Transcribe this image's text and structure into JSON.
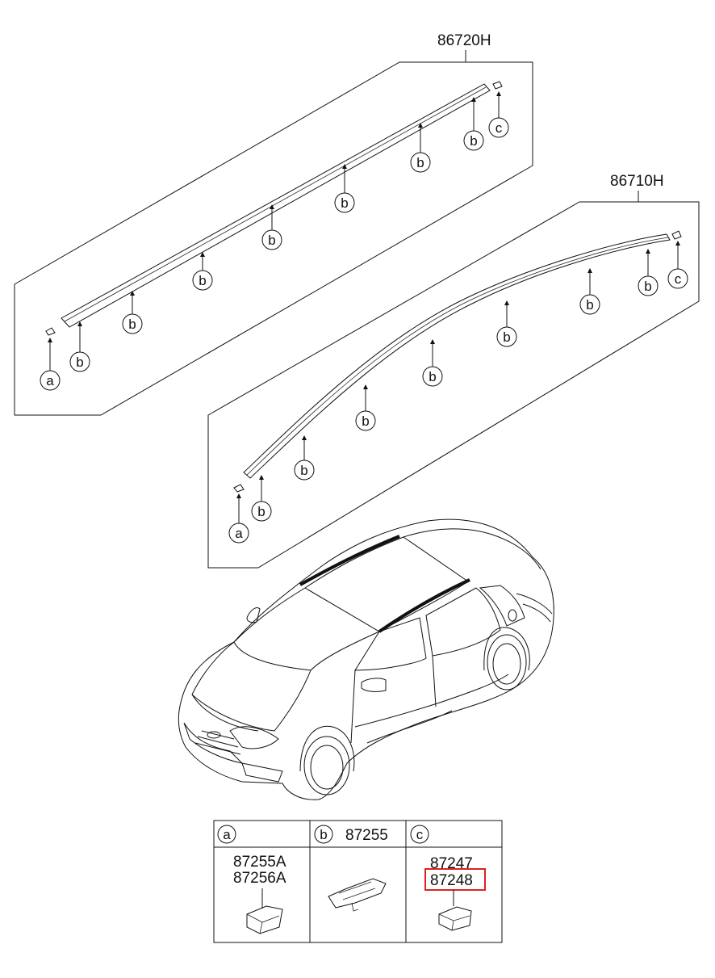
{
  "assemblies": {
    "rear_part_number": "86720H",
    "front_part_number": "86710H"
  },
  "callouts": {
    "a": "a",
    "b": "b",
    "c": "c"
  },
  "legend_table": {
    "col_a": {
      "callout": "a",
      "parts": [
        "87255A",
        "87256A"
      ]
    },
    "col_b": {
      "callout": "b",
      "header_part": "87255"
    },
    "col_c": {
      "callout": "c",
      "parts": [
        "87247",
        "87248"
      ],
      "highlighted_part": "87248"
    }
  },
  "colors": {
    "line": "#111111",
    "highlight": "#e02020",
    "background": "#ffffff"
  }
}
